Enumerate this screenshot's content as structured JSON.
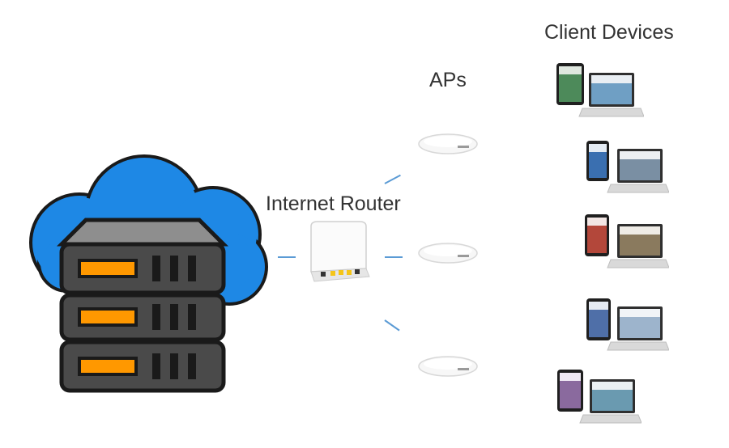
{
  "labels": {
    "clients": "Client Devices",
    "aps": "APs",
    "router": "Internet Router"
  },
  "colors": {
    "cloud": "#1a73e8",
    "cloud_shadow": "#1e88e5",
    "server_body": "#4a4a4a",
    "server_top": "#8e8e8e",
    "server_slot": "#ff9800",
    "link": "#5b9bd5"
  },
  "nodes": {
    "server": "cloud-server-icon",
    "router": "router-icon",
    "access_points": [
      "access-point-icon",
      "access-point-icon",
      "access-point-icon"
    ],
    "clients": [
      "tablet-laptop-icon",
      "tablet-laptop-icon",
      "tablet-laptop-icon",
      "tablet-laptop-icon",
      "tablet-laptop-icon"
    ]
  }
}
